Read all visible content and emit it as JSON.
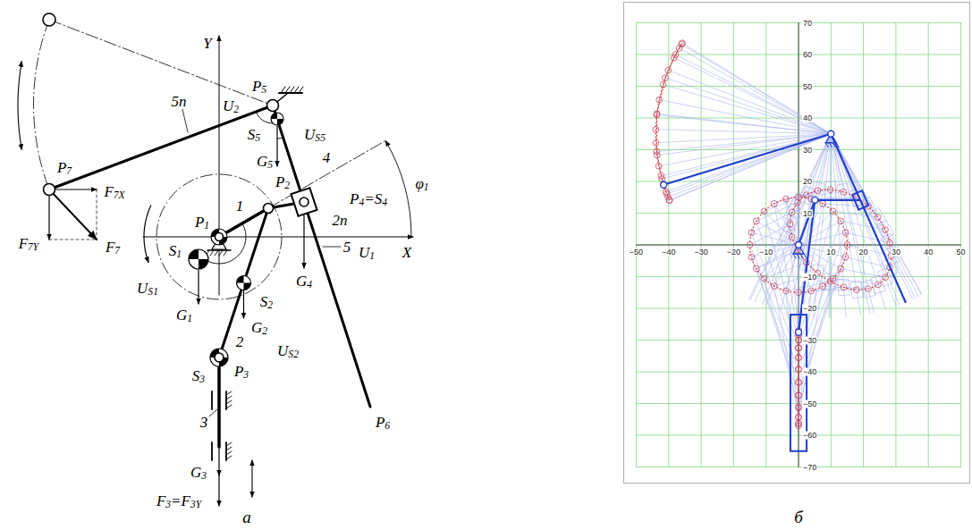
{
  "diagram": {
    "labels": [
      "Y",
      "P5",
      "U2",
      "S5",
      "G5",
      "US5",
      "5n",
      "5",
      "4",
      "P7",
      "F7X",
      "F7Y",
      "F7",
      "P1",
      "1",
      "P2",
      "P4=S4",
      "U1",
      "X",
      "φ1",
      "S1",
      "US1",
      "G1",
      "S2",
      "G4",
      "G2",
      "2n",
      "2",
      "US2",
      "P6",
      "P3",
      "S3",
      "3",
      "G3",
      "F3=F3Y",
      "а",
      "70",
      "60",
      "50",
      "40",
      "30",
      "20",
      "10",
      "−10",
      "−20",
      "−30",
      "−40",
      "−50",
      "−60",
      "−70",
      "−50",
      "−40",
      "−30",
      "−20",
      "−10",
      "10",
      "20",
      "30",
      "40",
      "50",
      "б"
    ]
  }
}
